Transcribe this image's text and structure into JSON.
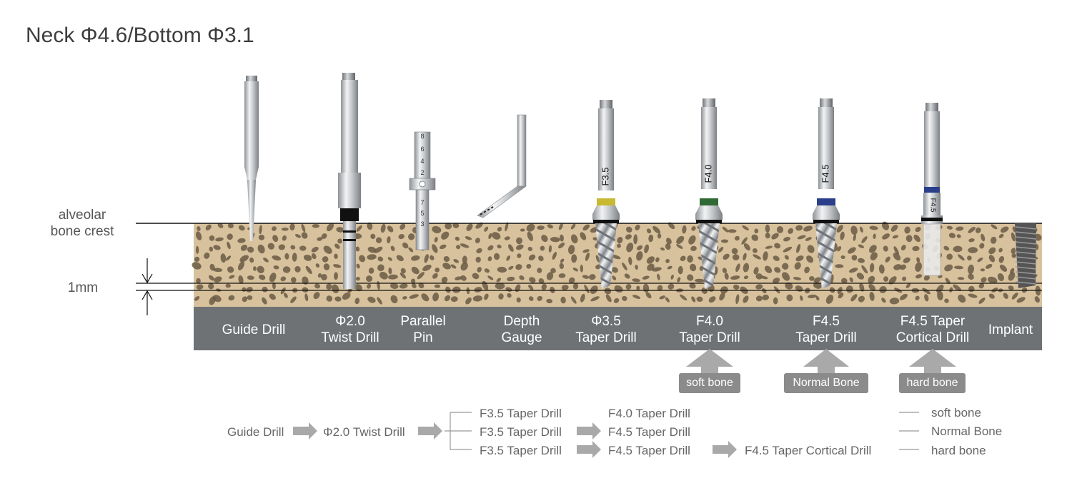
{
  "title": "Neck Φ4.6/Bottom Φ3.1",
  "labels": {
    "bone_crest_line1": "alveolar",
    "bone_crest_line2": "bone crest",
    "depth_mm": "1mm"
  },
  "tools": [
    {
      "line1": "Guide Drill",
      "line2": ""
    },
    {
      "line1": "Φ2.0",
      "line2": "Twist Drill"
    },
    {
      "line1": "Parallel",
      "line2": "Pin"
    },
    {
      "line1": "Depth",
      "line2": "Gauge"
    },
    {
      "line1": "Φ3.5",
      "line2": "Taper Drill"
    },
    {
      "line1": "F4.0",
      "line2": "Taper Drill"
    },
    {
      "line1": "F4.5",
      "line2": "Taper Drill"
    },
    {
      "line1": "F4.5 Taper",
      "line2": "Cortical Drill"
    },
    {
      "line1": "Implant",
      "line2": ""
    }
  ],
  "drill_markings": [
    "F3.5",
    "F4.0",
    "F4.5",
    "F4.5"
  ],
  "depth_gauge_marks": [
    "8",
    "6",
    "4",
    "2",
    "7",
    "5",
    "3"
  ],
  "bone_tags": [
    "soft bone",
    "Normal Bone",
    "hard bone"
  ],
  "sequence": {
    "start": "Guide Drill",
    "second": "Φ2.0 Twist Drill",
    "rows": [
      [
        "F3.5 Taper Drill",
        "F4.0 Taper Drill"
      ],
      [
        "F3.5 Taper Drill",
        "F4.5 Taper Drill"
      ],
      [
        "F3.5 Taper Drill",
        "F4.5 Taper Drill",
        "F4.5 Taper Cortical Drill"
      ]
    ],
    "legend": [
      "soft bone",
      "Normal Bone",
      "hard bone"
    ]
  },
  "colors": {
    "bone_bg": "#d8c29d",
    "pore": "#6b5a45",
    "label_bar": "#6e7275",
    "arrow": "#a9a9a9",
    "tag": "#8b8b8b",
    "collar_yellow": "#c8b832",
    "collar_green": "#2f6a34",
    "collar_blue": "#2a3e8a"
  }
}
